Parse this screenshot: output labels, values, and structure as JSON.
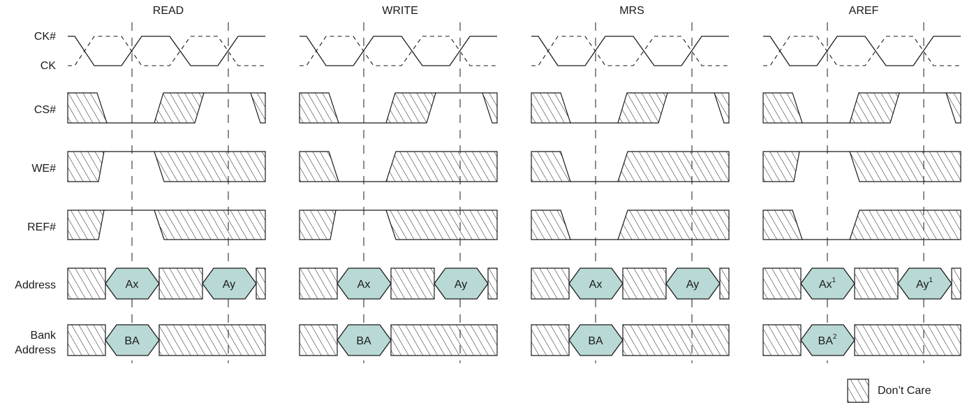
{
  "signals": [
    {
      "id": "ck",
      "label": "CK#"
    },
    {
      "id": "ck2",
      "label": "CK"
    },
    {
      "id": "cs",
      "label": "CS#"
    },
    {
      "id": "we",
      "label": "WE#"
    },
    {
      "id": "ref",
      "label": "REF#"
    },
    {
      "id": "addr",
      "label": "Address"
    },
    {
      "id": "bank1",
      "label": "Bank"
    },
    {
      "id": "bank2",
      "label": "Address"
    }
  ],
  "panels": [
    {
      "title": "READ",
      "addr1": "Ax",
      "addr1_sup": "",
      "addr2": "Ay",
      "addr2_sup": "",
      "bank": "BA",
      "bank_sup": "",
      "cs": "low-one-cycle",
      "we": "high",
      "ref": "high"
    },
    {
      "title": "WRITE",
      "addr1": "Ax",
      "addr1_sup": "",
      "addr2": "Ay",
      "addr2_sup": "",
      "bank": "BA",
      "bank_sup": "",
      "cs": "low-one-cycle",
      "we": "low",
      "ref": "high"
    },
    {
      "title": "MRS",
      "addr1": "Ax",
      "addr1_sup": "",
      "addr2": "Ay",
      "addr2_sup": "",
      "bank": "BA",
      "bank_sup": "",
      "cs": "low-one-cycle",
      "we": "low",
      "ref": "low"
    },
    {
      "title": "AREF",
      "addr1": "Ax",
      "addr1_sup": "1",
      "addr2": "Ay",
      "addr2_sup": "1",
      "bank": "BA",
      "bank_sup": "2",
      "cs": "low-one-cycle",
      "we": "high",
      "ref": "low"
    }
  ],
  "legend": {
    "label": "Don’t Care"
  },
  "colors": {
    "line": "#1a1a1a",
    "valid_fill": "#b9d9d6"
  }
}
